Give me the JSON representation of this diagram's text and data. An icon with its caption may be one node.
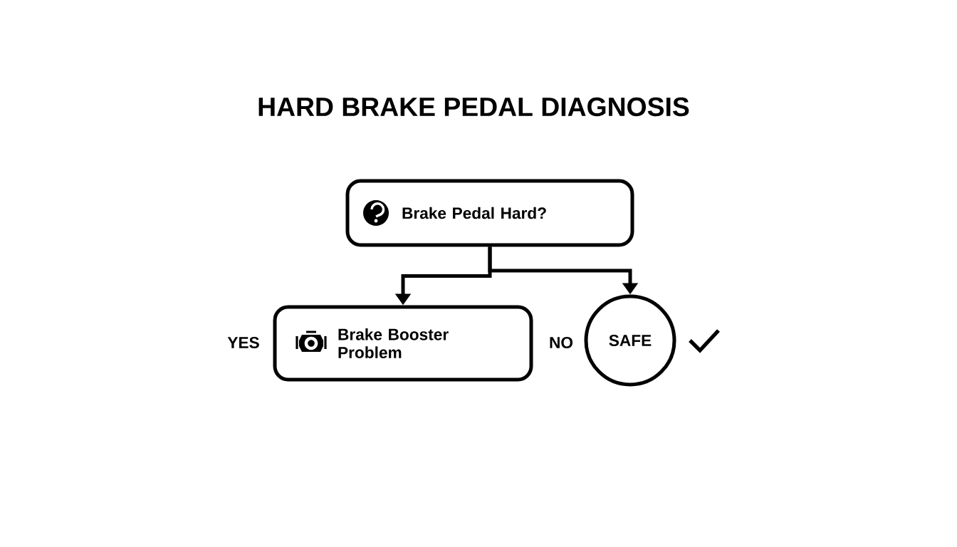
{
  "diagram": {
    "title": "HARD BRAKE PEDAL DIAGNOSIS",
    "nodes": [
      {
        "text": [
          "Brake Pedal Hard?"
        ]
      },
      {
        "text": [
          "Brake Booster Problem"
        ]
      },
      {
        "text": [
          "SAFE"
        ]
      }
    ],
    "edges": [
      {
        "from": 0,
        "to": 1,
        "arrow": "to"
      },
      {
        "from": 0,
        "to": 2,
        "arrow": "to"
      }
    ],
    "labels": [
      "YES",
      "NO"
    ]
  }
}
